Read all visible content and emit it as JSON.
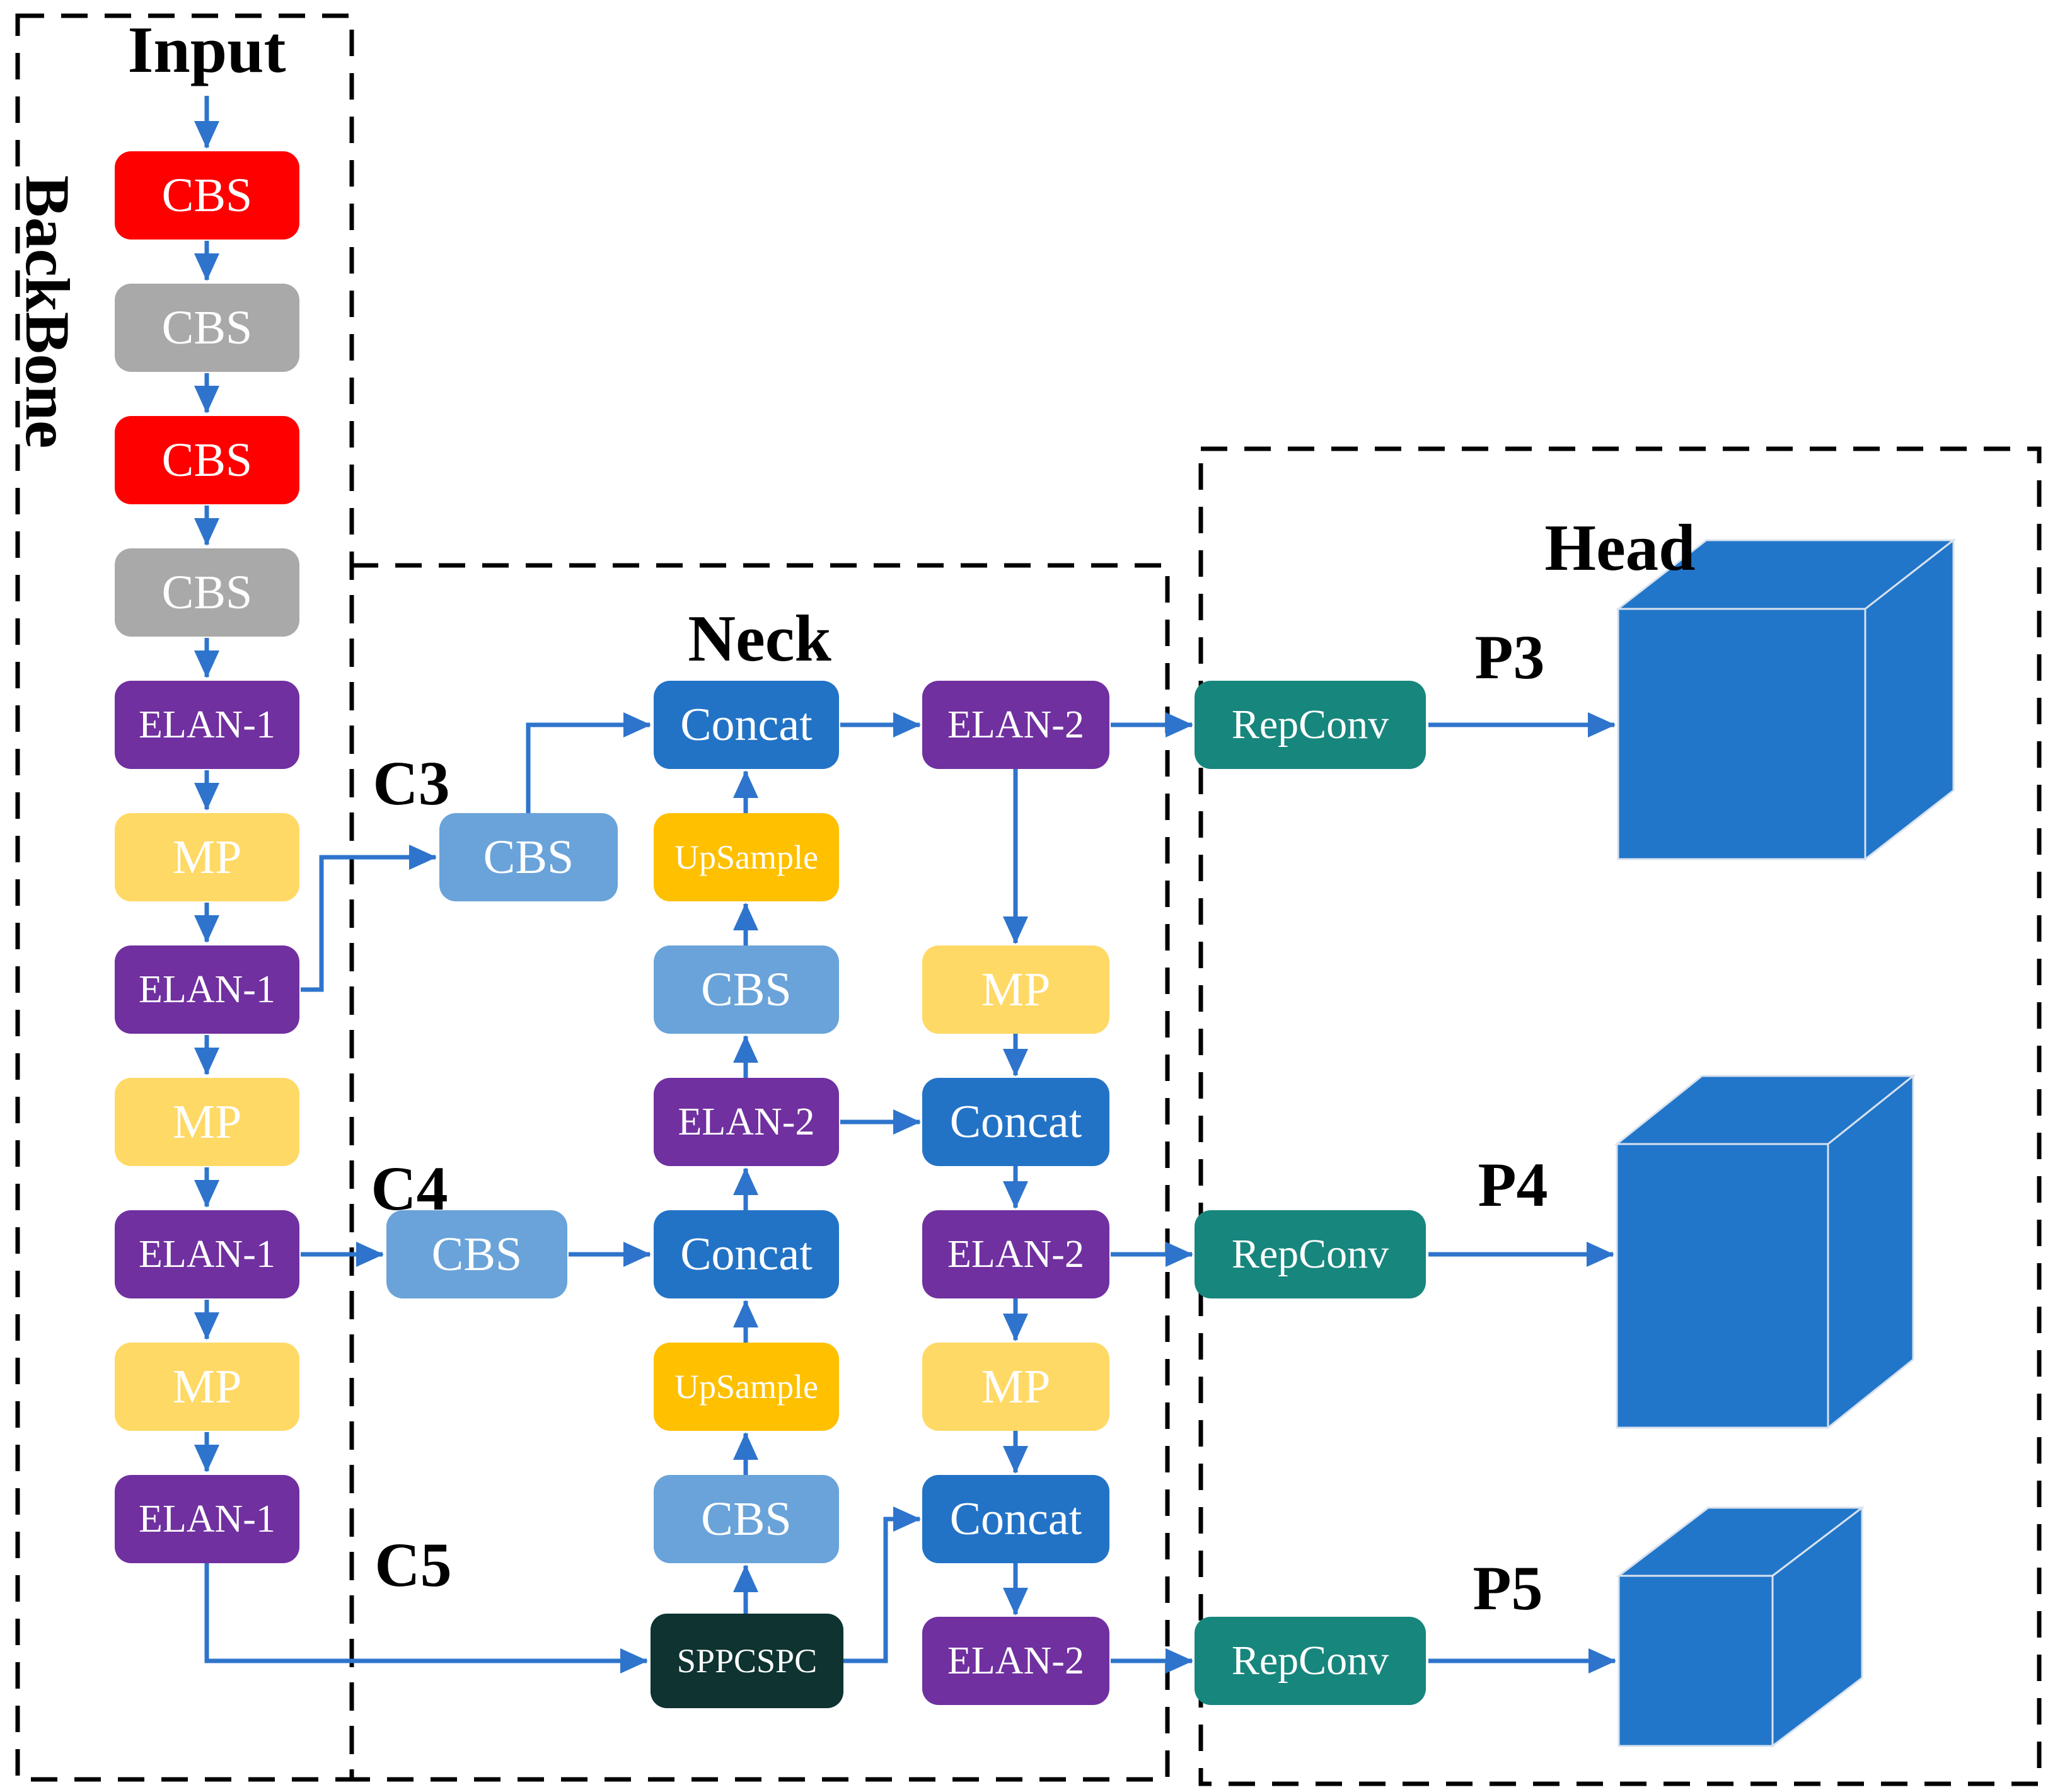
{
  "titles": {
    "input": "Input",
    "backbone": "BackBone",
    "neck": "Neck",
    "head": "Head"
  },
  "branch_labels": {
    "c3": "C3",
    "c4": "C4",
    "c5": "C5"
  },
  "output_labels": {
    "p3": "P3",
    "p4": "P4",
    "p5": "P5"
  },
  "backbone": {
    "nodes": [
      {
        "label": "CBS",
        "color": "red"
      },
      {
        "label": "CBS",
        "color": "gray"
      },
      {
        "label": "CBS",
        "color": "red"
      },
      {
        "label": "CBS",
        "color": "gray"
      },
      {
        "label": "ELAN-1",
        "color": "purple"
      },
      {
        "label": "MP",
        "color": "yellow"
      },
      {
        "label": "ELAN-1",
        "color": "purple"
      },
      {
        "label": "MP",
        "color": "yellow"
      },
      {
        "label": "ELAN-1",
        "color": "purple"
      },
      {
        "label": "MP",
        "color": "yellow"
      },
      {
        "label": "ELAN-1",
        "color": "purple"
      }
    ]
  },
  "neck": {
    "c3_cbs": {
      "label": "CBS"
    },
    "c4_cbs": {
      "label": "CBS"
    },
    "mid_nodes": [
      {
        "label": "Concat"
      },
      {
        "label": "UpSample"
      },
      {
        "label": "CBS"
      },
      {
        "label": "ELAN-2"
      },
      {
        "label": "Concat"
      },
      {
        "label": "UpSample"
      },
      {
        "label": "CBS"
      },
      {
        "label": "SPPCSPC"
      }
    ],
    "right_nodes": [
      {
        "label": "ELAN-2"
      },
      {
        "label": "MP"
      },
      {
        "label": "Concat"
      },
      {
        "label": "ELAN-2"
      },
      {
        "label": "MP"
      },
      {
        "label": "Concat"
      },
      {
        "label": "ELAN-2"
      }
    ]
  },
  "head": {
    "repconv_nodes": [
      {
        "label": "RepConv"
      },
      {
        "label": "RepConv"
      },
      {
        "label": "RepConv"
      }
    ]
  },
  "palette": {
    "cbs_red": "#FF0000",
    "cbs_gray": "#A9A9A9",
    "elan_purple": "#7030A0",
    "mp_yellow": "#FFD965",
    "upsample_gold": "#FFC000",
    "cbs_blue": "#69A3D9",
    "concat_blue": "#2273C6",
    "repconv_teal": "#17867D",
    "sppcspc_dark": "#0E3330",
    "cube_blue": "#2176C9",
    "arrow_blue": "#2E74CC",
    "outline_black": "#000000"
  }
}
